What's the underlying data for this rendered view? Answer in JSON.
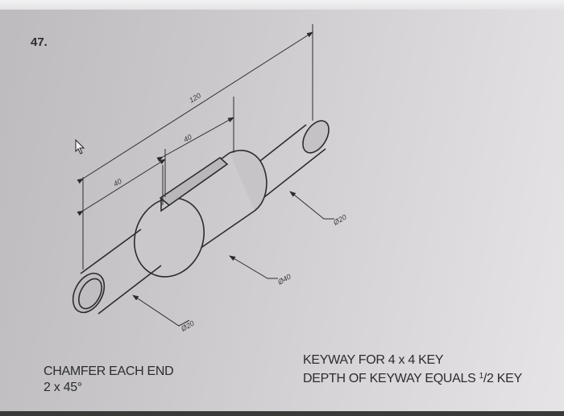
{
  "problem_number": "47.",
  "dimensions": {
    "overall_length": "120",
    "left_length": "40",
    "keyway_length": "40",
    "right_diameter": "Ø20",
    "center_diameter": "Ø40",
    "left_diameter": "Ø20"
  },
  "notes": {
    "chamfer_line1": "CHAMFER EACH END",
    "chamfer_line2": "2 x 45°",
    "keyway_line1": "KEYWAY FOR 4 x 4 KEY",
    "keyway_line2_prefix": "DEPTH OF KEYWAY EQUALS ",
    "keyway_fraction_num": "1",
    "keyway_fraction_den": "/2 KEY"
  },
  "colors": {
    "ink": "#2c2c2e",
    "paper": "#cfcdd0"
  }
}
